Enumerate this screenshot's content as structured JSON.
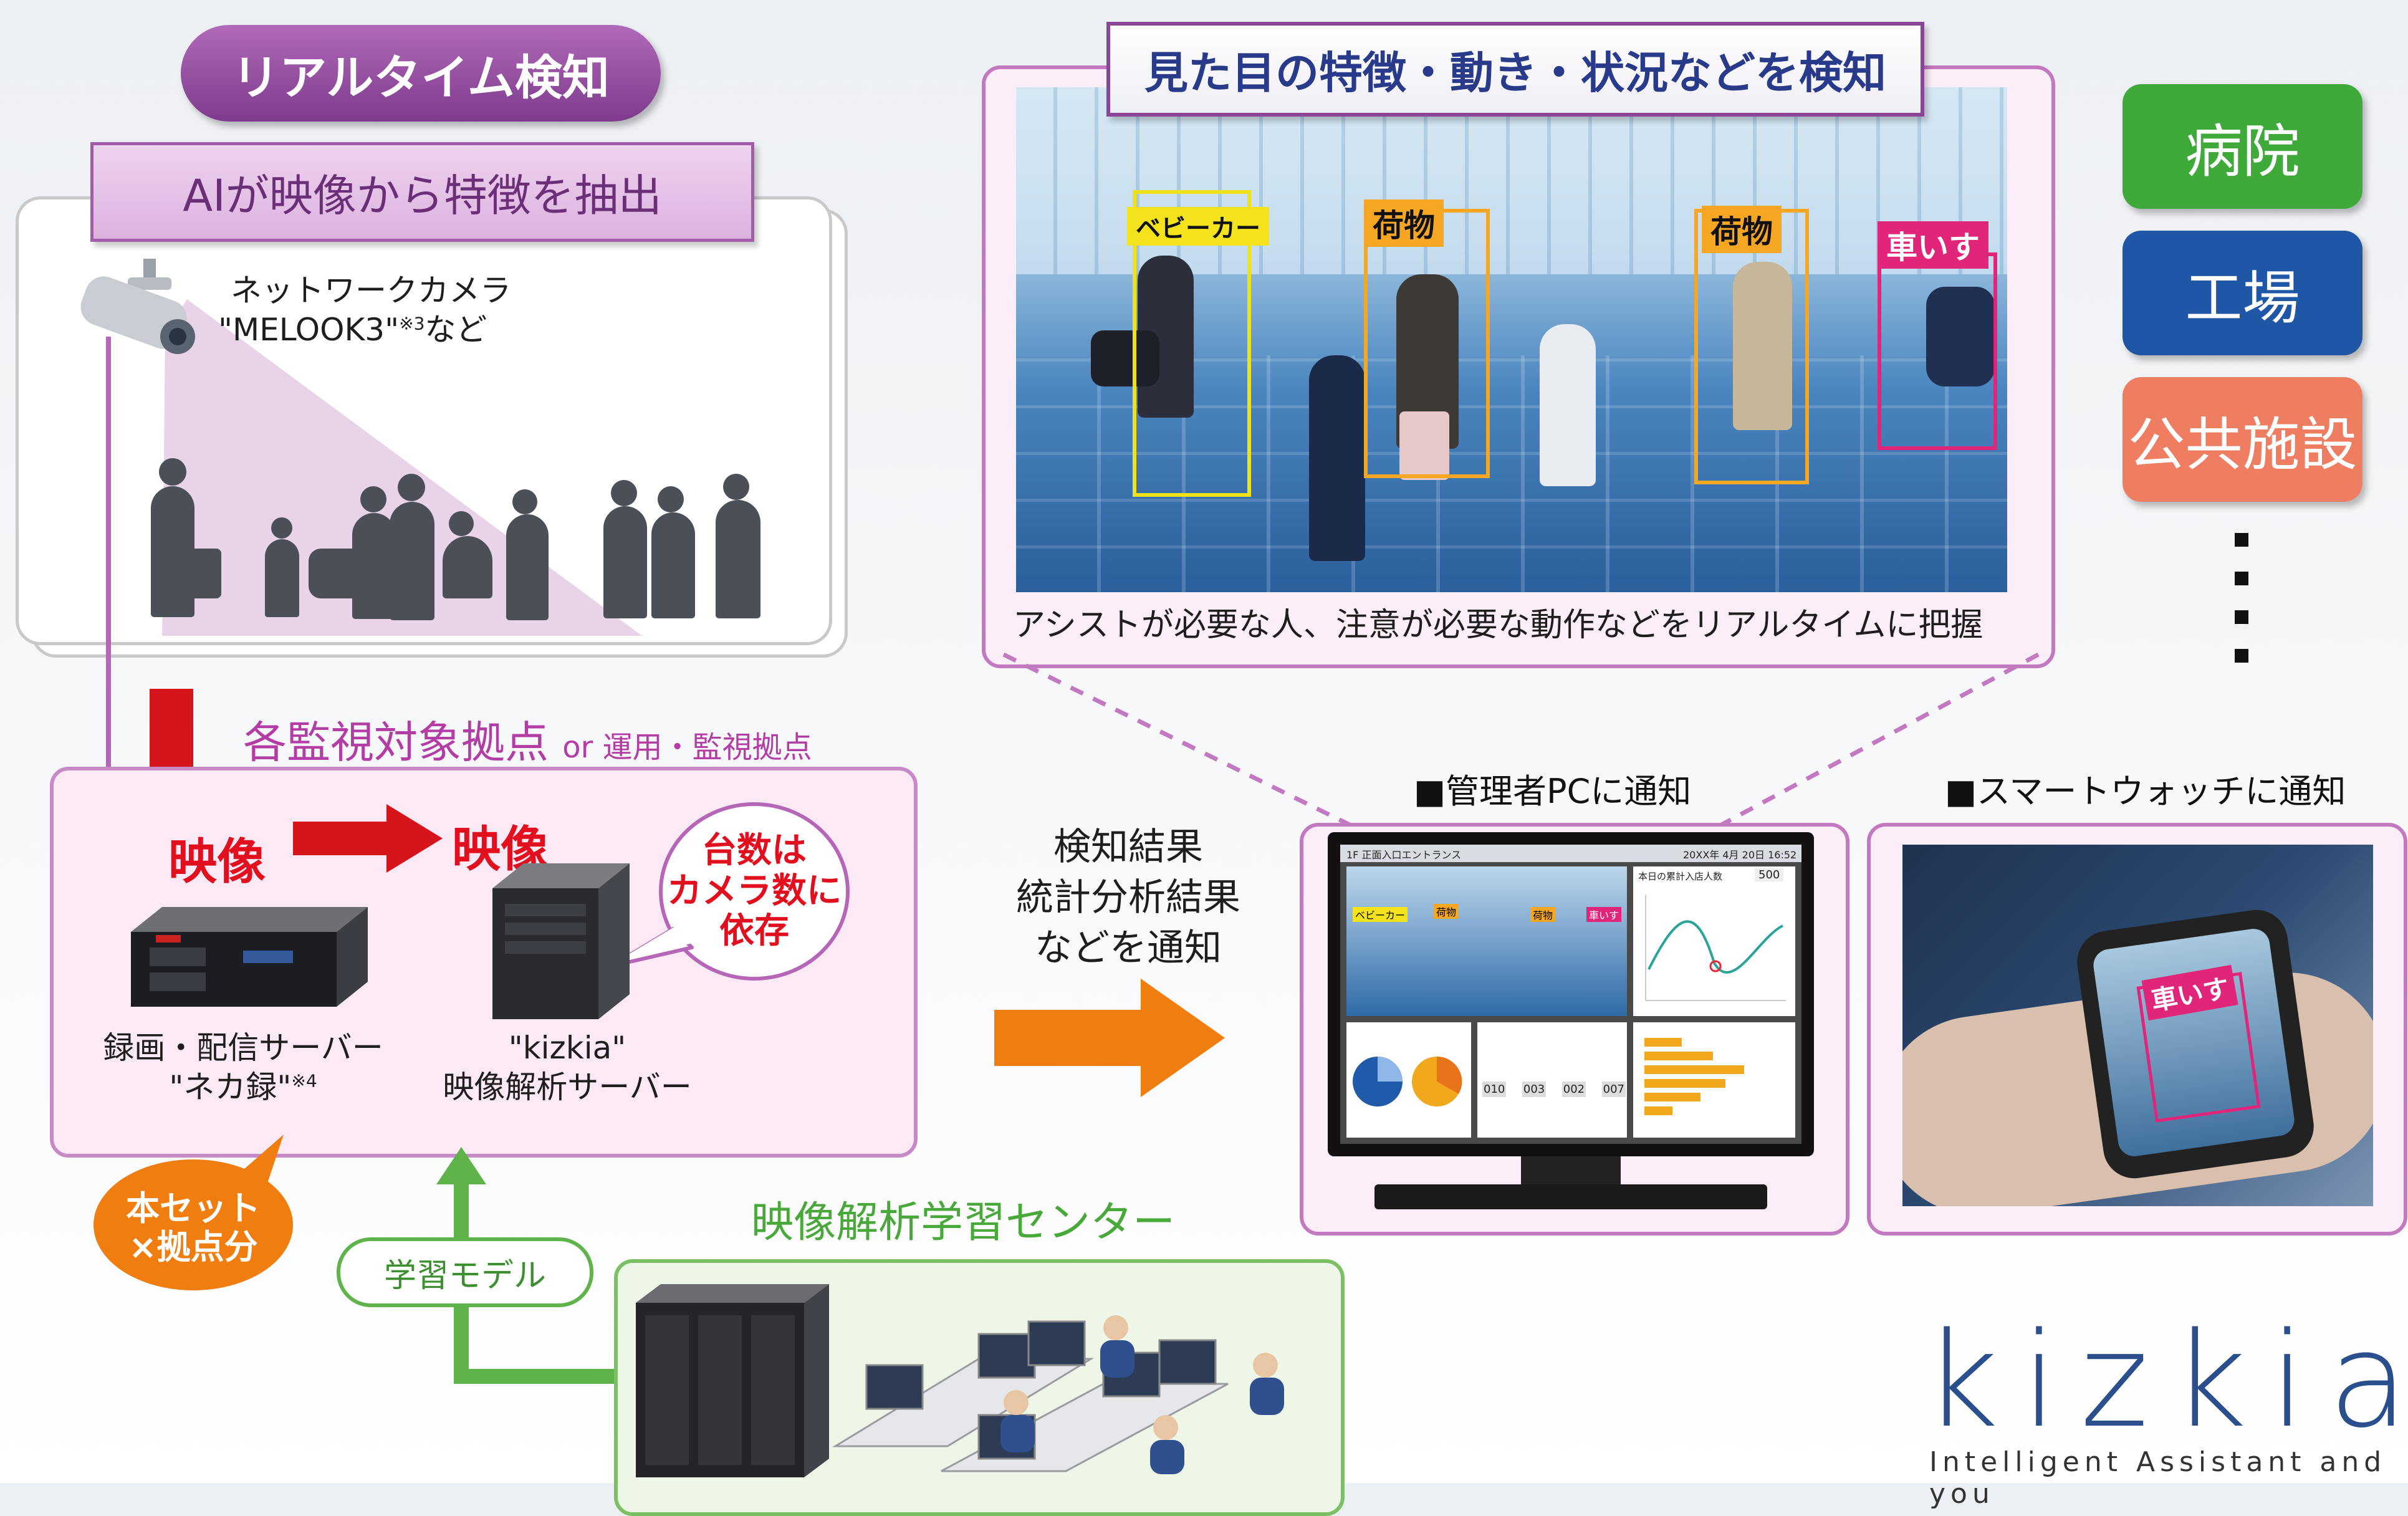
{
  "realtime": {
    "title": "リアルタイム検知",
    "subtitle": "AIが映像から特徴を抽出",
    "camera_label_line1": "ネットワークカメラ",
    "camera_label_line2": "\"MELOOK3\"",
    "camera_note": "※3",
    "camera_label_suffix": "など"
  },
  "detection": {
    "title": "見た目の特徴・動き・状況などを検知",
    "tags": [
      "ベビーカー",
      "荷物",
      "荷物",
      "車いす"
    ],
    "caption": "アシストが必要な人、注意が必要な動作などをリアルタイムに把握"
  },
  "sites": {
    "title": "各監視対象拠点",
    "title_suffix": "or 運用・監視拠点",
    "video_label_1": "映像",
    "video_label_2": "映像",
    "bubble": "台数は\nカメラ数に\n依存",
    "recorder_label_line1": "録画・配信サーバー",
    "recorder_label_line2": "\"ネカ録\"",
    "recorder_note": "※4",
    "analyzer_label_line1": "\"kizkia\"",
    "analyzer_label_line2": "映像解析サーバー",
    "set_bubble": "本セット\n×拠点分"
  },
  "notify": {
    "text": "検知結果\n統計分析結果\nなどを通知",
    "pc_title": "■管理者PCに通知",
    "watch_title": "■スマートウォッチに通知",
    "watch_tag": "車いす",
    "pc_screen": {
      "header_left": "1F 正面入口エントランス",
      "header_right": "20XX年 4月 20日 16:52",
      "stat_label": "本日の累計入店人数",
      "stat_value": "500",
      "tags": [
        "ベビーカー",
        "荷物",
        "荷物",
        "車いす"
      ],
      "counts": [
        "010",
        "003",
        "002",
        "007"
      ]
    }
  },
  "learning": {
    "title": "映像解析学習センター",
    "model_label": "学習モデル"
  },
  "targets": {
    "items": [
      "病院",
      "工場",
      "公共施設"
    ],
    "colors": [
      "#3faa3a",
      "#1f56a5",
      "#ee7d62"
    ]
  },
  "brand": {
    "logo": "kizkia",
    "tagline": "Intelligent Assistant and you"
  },
  "colors": {
    "accent_purple": "#8a4597",
    "alert_red": "#e2101e",
    "notify_orange": "#ef7d10",
    "learning_green": "#5fb34a"
  }
}
